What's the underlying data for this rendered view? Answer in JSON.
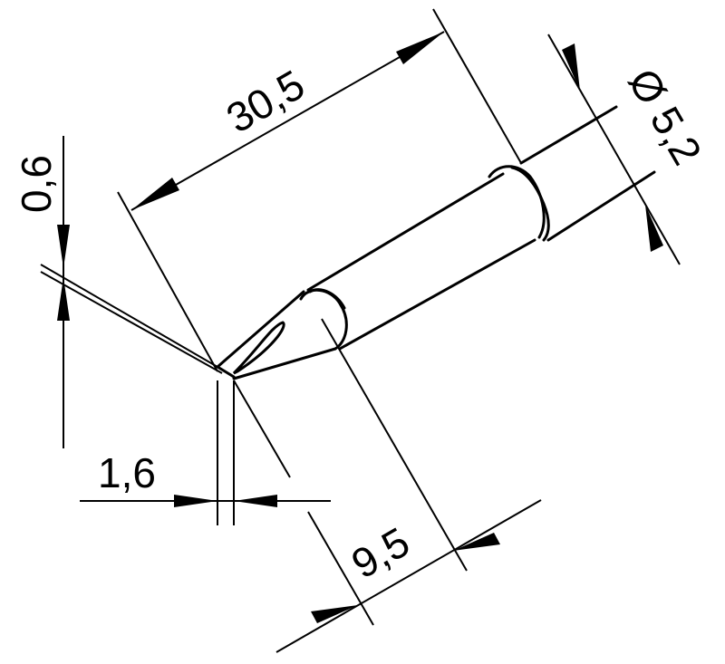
{
  "title": "Soldering tip dimension drawing",
  "dimensions": {
    "length": "30,5",
    "diameter": "Ø 5,2",
    "tip_thickness": "0,6",
    "tip_width": "1,6",
    "cone_length": "9,5"
  },
  "colors": {
    "line": "#000000",
    "background": "#ffffff"
  }
}
